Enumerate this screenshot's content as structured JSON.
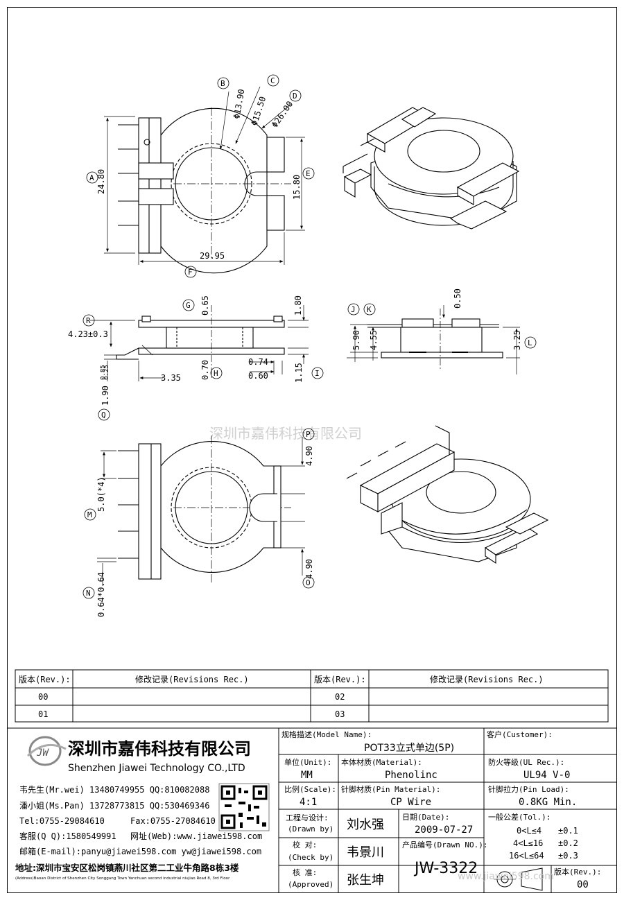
{
  "watermark": "深圳市嘉伟科技有限公司",
  "watermark_url": "www.jiawei598.com",
  "dims": {
    "B": "Φ13.90",
    "C": "Φ15.50",
    "D": "Φ26.00",
    "A": "24.80",
    "E": "15.80",
    "F": "29.95",
    "G": "0.65",
    "H": "0.70",
    "I": "1.15",
    "R": "4.23±0.3",
    "d180": "1.80",
    "d335": "3.35",
    "d074": "0.74",
    "d060": "0.60",
    "Q": "1.90",
    "d025": "0.25",
    "d085": "0.85",
    "J": "5.90",
    "K": "4.55",
    "d050": "0.50",
    "L": "3.25",
    "M": "5.0(*4)",
    "N": "0.64*0.64",
    "d490a": "4.90",
    "O": "4.90"
  },
  "letters": {
    "A": "A",
    "B": "B",
    "C": "C",
    "D": "D",
    "E": "E",
    "F": "F",
    "G": "G",
    "H": "H",
    "I": "I",
    "J": "J",
    "K": "K",
    "L": "L",
    "M": "M",
    "N": "N",
    "O": "O",
    "P": "P",
    "Q": "Q",
    "R": "R"
  },
  "revisions": {
    "h_rev": "版本(Rev.):",
    "h_rec": "修改记录(Revisions Rec.)",
    "r1": "00",
    "r2": "01",
    "r3": "02",
    "r4": "03"
  },
  "company": {
    "name_cn": "深圳市嘉伟科技有限公司",
    "name_en": "Shenzhen Jiawei Technology CO.,LTD",
    "logo": "JW",
    "c1": "韦先生(Mr.wei) 13480749955 QQ:810082088",
    "c2": "潘小姐(Ms.Pan) 13728773815 QQ:530469346",
    "c3a": "Tel:0755-29084610",
    "c3b": "Fax:0755-27084610",
    "c4a": "客服(Q Q):1580549991",
    "c4b": "网址(Web):www.jiawei598.com",
    "c5": "邮箱(E-mail):panyu@jiawei598.com  yw@jiawei598.com",
    "addr_cn": "地址:深圳市宝安区松岗镇燕川社区第二工业牛角路8栋3楼",
    "addr_en": "(Address)Baoan District of Shenzhen City Songgang Town Yanchuan  second industrial niujiao Road 8, 3rd Floor"
  },
  "title": {
    "model_label": "规格描述(Model Name):",
    "model_value": "POT33立式单边(5P)",
    "customer_label": "客户(Customer):",
    "unit_label": "单位(Unit):",
    "unit_value": "MM",
    "material_label": "本体材质(Material):",
    "material_value": "Phenolinc",
    "ul_label": "防火等级(UL Rec.):",
    "ul_value": "UL94 V-0",
    "scale_label": "比例(Scale):",
    "scale_value": "4:1",
    "pin_label": "针脚材质(Pin Material):",
    "pin_value": "CP Wire",
    "load_label": "针脚拉力(Pin Load):",
    "load_value": "0.8KG Min.",
    "drawn_label_cn": "工程与设计:",
    "drawn_label_en": "(Drawn by)",
    "drawn_value": "刘水强",
    "check_label_cn": "校  对:",
    "check_label_en": "(Check by)",
    "check_value": "韦景川",
    "approve_label_cn": "核  准:",
    "approve_label_en": "(Approved)",
    "approve_value": "张生坤",
    "date_label": "日期(Date):",
    "date_value": "2009-07-27",
    "drawno_label": "产品编号(Drawn NO.):",
    "drawno_value": "JW-3322",
    "tol_label": "一般公差(Tol.):",
    "tol1a": "0<L≤4",
    "tol1b": "±0.1",
    "tol2a": "4<L≤16",
    "tol2b": "±0.2",
    "tol3a": "16<L≤64",
    "tol3b": "±0.3",
    "rev_label": "版本(Rev.):",
    "rev_value": "00"
  }
}
